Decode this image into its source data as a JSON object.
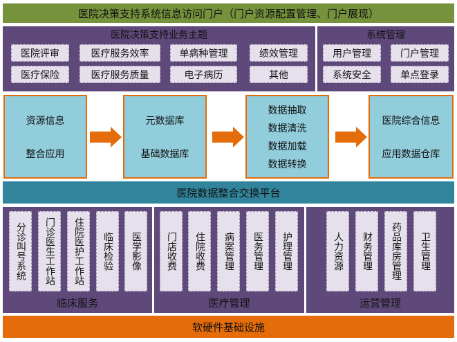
{
  "portal": {
    "title": "医院决策支持系统信息访问门户（门户资源配置管理、门户展现）"
  },
  "business_topics": {
    "title": "医院决策支持业务主题",
    "items": [
      "医院评审",
      "医疗服务效率",
      "单病种管理",
      "绩效管理",
      "医疗保险",
      "医疗服务质量",
      "电子病历",
      "其他"
    ]
  },
  "system_management": {
    "title": "系统管理",
    "items": [
      "用户管理",
      "门户管理",
      "系统安全",
      "单点登录"
    ]
  },
  "data_flow": {
    "boxes": [
      {
        "lines": [
          "资源信息",
          "整合应用"
        ]
      },
      {
        "lines": [
          "元数据库",
          "基础数据库"
        ]
      },
      {
        "lines": [
          "数据抽取",
          "数据清洗",
          "数据加载",
          "数据转换"
        ]
      },
      {
        "lines": [
          "医院综合信息",
          "应用数据仓库"
        ]
      }
    ],
    "arrow_color": "#e46c0a"
  },
  "platform": {
    "title": "医院数据整合交换平台"
  },
  "clinical": {
    "title": "临床服务",
    "items": [
      "分诊叫号系统",
      "门诊医生工作站",
      "住院医护工作站",
      "临床检验",
      "医学影像"
    ]
  },
  "medical": {
    "title": "医疗管理",
    "items": [
      "门店收费",
      "住院收费",
      "病案管理",
      "医务管理",
      "护理管理"
    ]
  },
  "operations": {
    "title": "运营管理",
    "items": [
      "人力资源",
      "财务管理",
      "药品库房管理",
      "卫生管理"
    ]
  },
  "infrastructure": {
    "title": "软硬件基础设施"
  },
  "colors": {
    "portal": "#76923c",
    "purple_panel": "#5f497a",
    "chip": "#e6e0ec",
    "flow_box": "#92cddc",
    "flow_border": "#e46c0a",
    "platform": "#31849b",
    "infrastructure": "#e46c0a"
  }
}
